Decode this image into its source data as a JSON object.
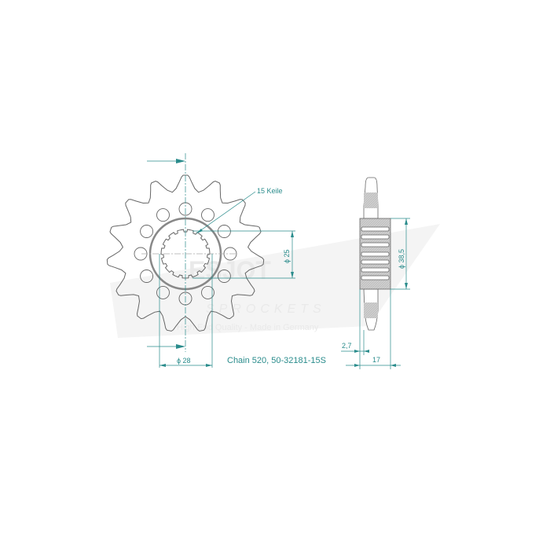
{
  "watermark": {
    "brand": "ESJOT",
    "sub": "SPROCKETS",
    "tagline": "High-End Quality - Made in Germany"
  },
  "labels": {
    "splines": "15 Keile",
    "bore_dia": "ϕ 25",
    "hub_dia": "ϕ 38,5",
    "center_dia": "ϕ 28",
    "tooth_width": "2,7",
    "hub_width": "17",
    "caption": "Chain 520, 50-32181-15S"
  },
  "sprocket": {
    "teeth": 15,
    "holes": 12,
    "splines": 15
  },
  "colors": {
    "dimension": "#2a8c8c",
    "outline": "#666666",
    "fill": "#cfcfcf"
  }
}
